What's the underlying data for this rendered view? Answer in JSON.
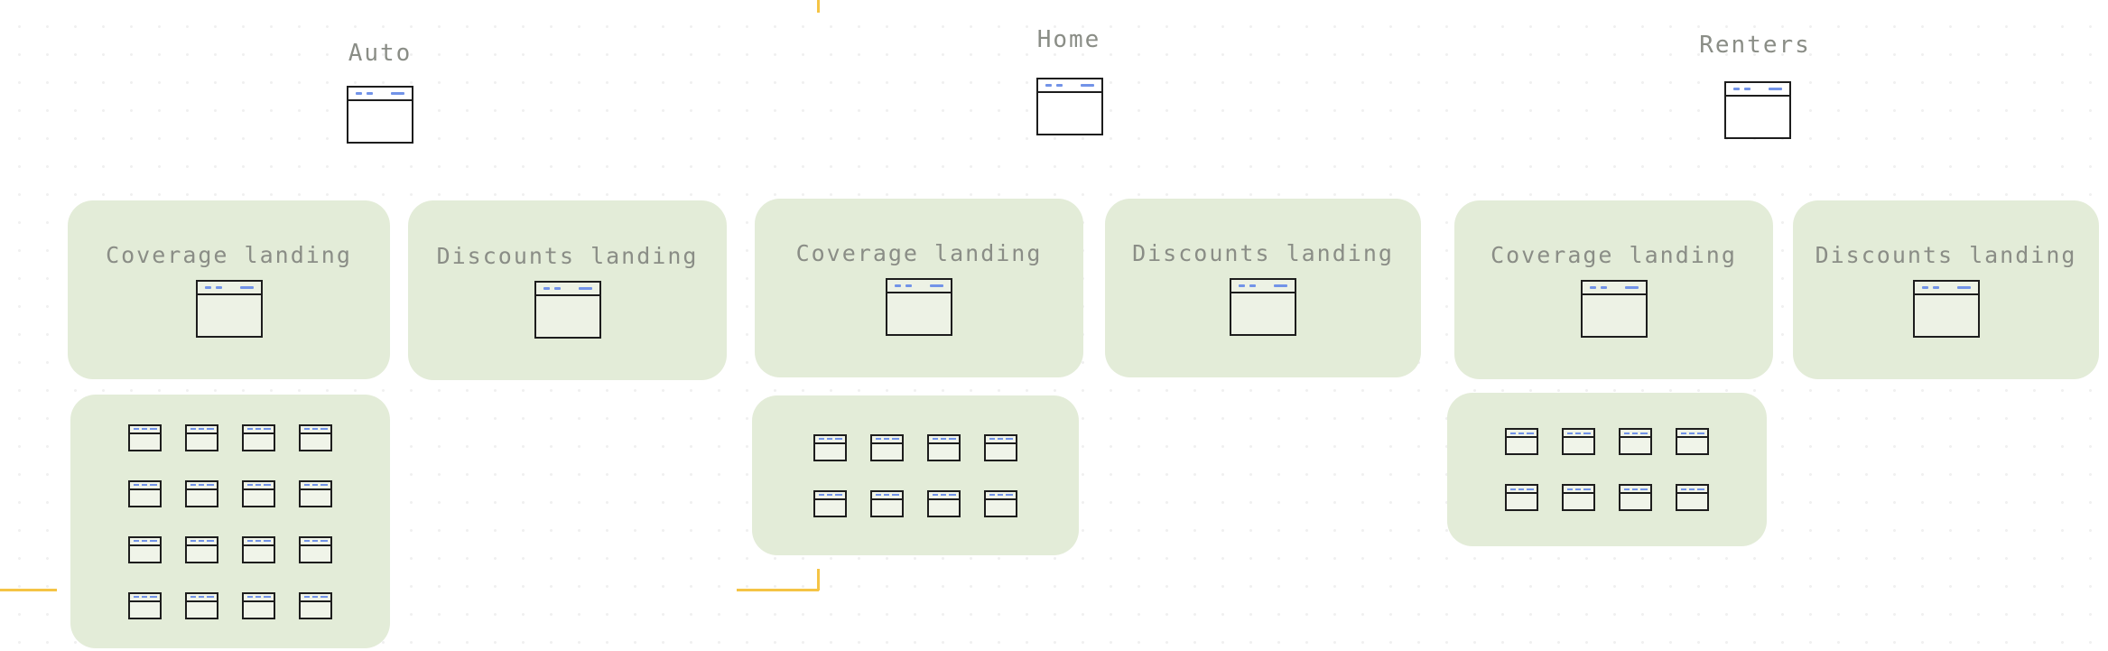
{
  "colors": {
    "card_green": "#e3ecd8",
    "icon_stroke": "#1d1d1d",
    "icon_dash_blue": "#7293e8",
    "guide_yellow": "#f5c445",
    "label_gray": "#8a8d86"
  },
  "sections": [
    {
      "label": "Auto",
      "root_icon": "browser-window-icon",
      "children": [
        {
          "label": "Coverage landing",
          "subpages": {
            "rows": 4,
            "cols": 4,
            "count": 16
          }
        },
        {
          "label": "Discounts landing"
        }
      ]
    },
    {
      "label": "Home",
      "root_icon": "browser-window-icon",
      "children": [
        {
          "label": "Coverage landing",
          "subpages": {
            "rows": 2,
            "cols": 4,
            "count": 8
          }
        },
        {
          "label": "Discounts landing"
        }
      ]
    },
    {
      "label": "Renters",
      "root_icon": "browser-window-icon",
      "children": [
        {
          "label": "Coverage landing",
          "subpages": {
            "rows": 2,
            "cols": 4,
            "count": 8
          }
        },
        {
          "label": "Discounts landing"
        }
      ]
    }
  ]
}
